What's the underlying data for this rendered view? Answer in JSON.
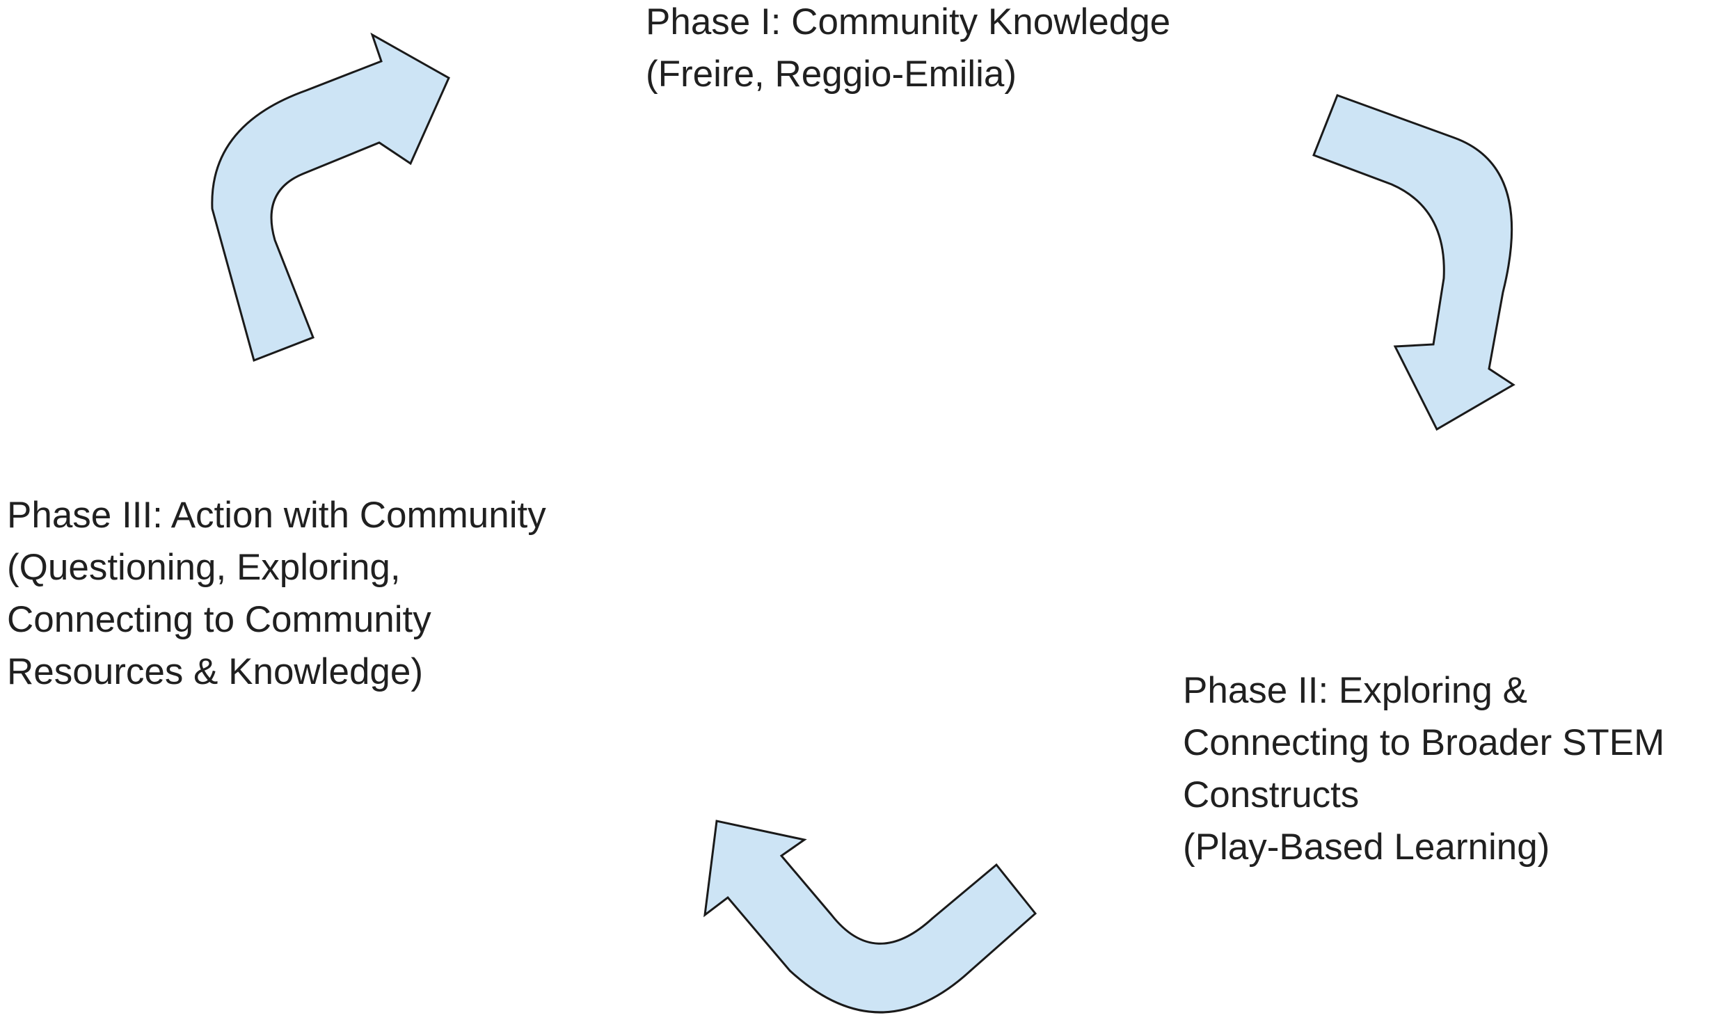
{
  "colors": {
    "arrow_fill": "#cde4f5",
    "arrow_stroke": "#1a1a1a",
    "text": "#202020",
    "background": "#ffffff"
  },
  "arrows": [
    {
      "name": "cycle-arrow-top-left",
      "direction": "from Phase III to Phase I"
    },
    {
      "name": "cycle-arrow-top-right",
      "direction": "from Phase I to Phase II"
    },
    {
      "name": "cycle-arrow-bottom",
      "direction": "from Phase II to Phase III"
    }
  ],
  "phases": {
    "phase1": {
      "lines": [
        "Phase I: Community Knowledge",
        "(Freire, Reggio-Emilia)"
      ]
    },
    "phase2": {
      "lines": [
        "Phase II: Exploring &",
        "Connecting to Broader STEM",
        "Constructs",
        "(Play-Based Learning)"
      ]
    },
    "phase3": {
      "lines": [
        "Phase III: Action with Community",
        "(Questioning, Exploring,",
        "Connecting to Community",
        "Resources & Knowledge)"
      ]
    }
  }
}
